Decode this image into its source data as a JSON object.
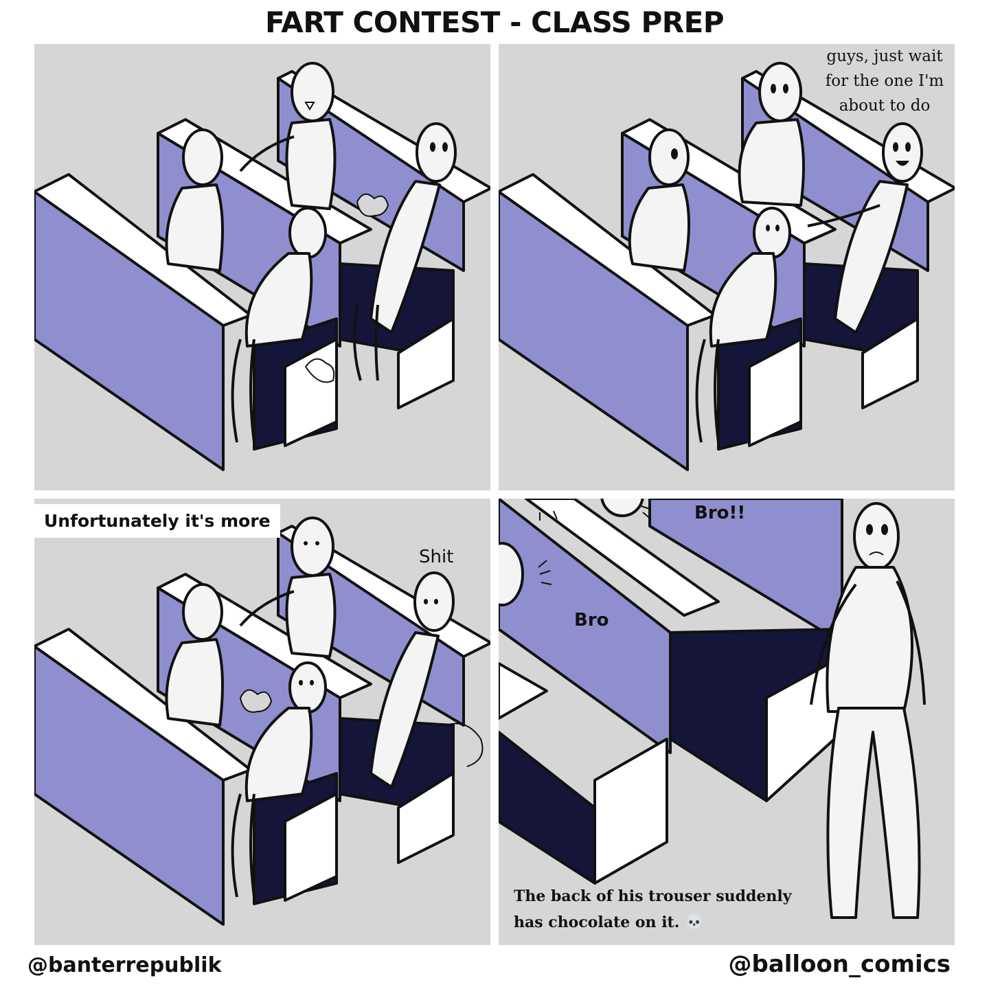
{
  "title": "FART CONTEST - CLASS PREP",
  "panels": [
    {
      "id": "panel-1",
      "text": ""
    },
    {
      "id": "panel-2",
      "text": "guys, just wait for the one I'm about to do"
    },
    {
      "id": "panel-3",
      "caption": "Unfortunately it's more",
      "speech": "Shit"
    },
    {
      "id": "panel-4",
      "speech_top": "Bro!!",
      "speech_left": "Bro",
      "caption_line1": "The back of his trouser suddenly",
      "caption_line2": "has chocolate on it. 💀"
    }
  ],
  "credits": {
    "left": "@banterrepublik",
    "right": "@balloon_comics"
  },
  "colors": {
    "panel_bg": "#d6d6d6",
    "bench_front": "#8f8fcf",
    "bench_dark": "#15153a",
    "figure": "#f4f4f4",
    "outline": "#111111"
  }
}
